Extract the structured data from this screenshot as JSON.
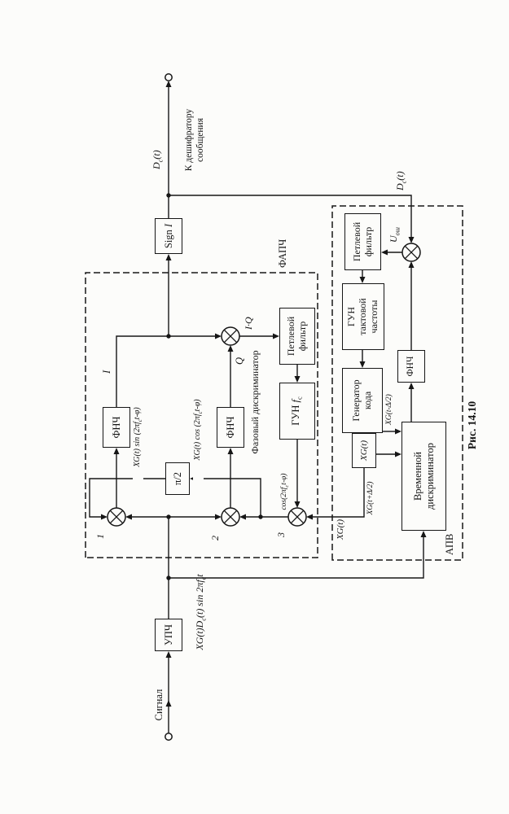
{
  "caption": "Рис. 14.10",
  "io": {
    "input_label": "Сигнал",
    "output_signal": "D<sub>c</sub>(t)",
    "output_dest_line1": "К дешифратору",
    "output_dest_line2": "сообщения"
  },
  "sections": {
    "phase_discriminator": "Фазовый дискриминатор",
    "pll": "ФАПЧ",
    "delay_lock": "АПВ"
  },
  "blocks": {
    "if_amp": "УПЧ",
    "sign_detector": "Sign <i>I</i>",
    "lpf": "ФНЧ",
    "phase_shifter": "π/2",
    "loop_filter_line1": "Петлевой",
    "loop_filter_line2": "фильтр",
    "vco_carrier": "ГУН <i>f</i><sub>c</sub>",
    "vco_clock_line1": "ГУН",
    "vco_clock_line2": "тактовой",
    "vco_clock_line3": "частоты",
    "code_generator_line1": "Генератор",
    "code_generator_line2": "кода",
    "code_output": "XG(t)",
    "time_discriminator_line1": "Временной",
    "time_discriminator_line2": "дискриминатор"
  },
  "signals": {
    "input_formula": "XG(t)D<sub>c</sub>(t) sin 2πf<sub>c</sub>t",
    "ref_sin": "XG(t) sin (2πf<sub>c</sub>t-φ)",
    "ref_cos": "XG(t) cos (2πf<sub>c</sub>t-φ)",
    "vco_output": "cos(2πf<sub>c</sub>t-φ)",
    "in_phase": "I",
    "quadrature": "Q",
    "product": "I·Q",
    "decoded": "D<sub>c</sub>(t)",
    "error_voltage": "U<sub>ош</sub>",
    "code_punctual": "XG(t)",
    "code_early": "XG(t+Δ/2)",
    "code_late": "XG(t-Δ/2)",
    "mult1_num": "1",
    "mult2_num": "2",
    "mult3_num": "3"
  }
}
